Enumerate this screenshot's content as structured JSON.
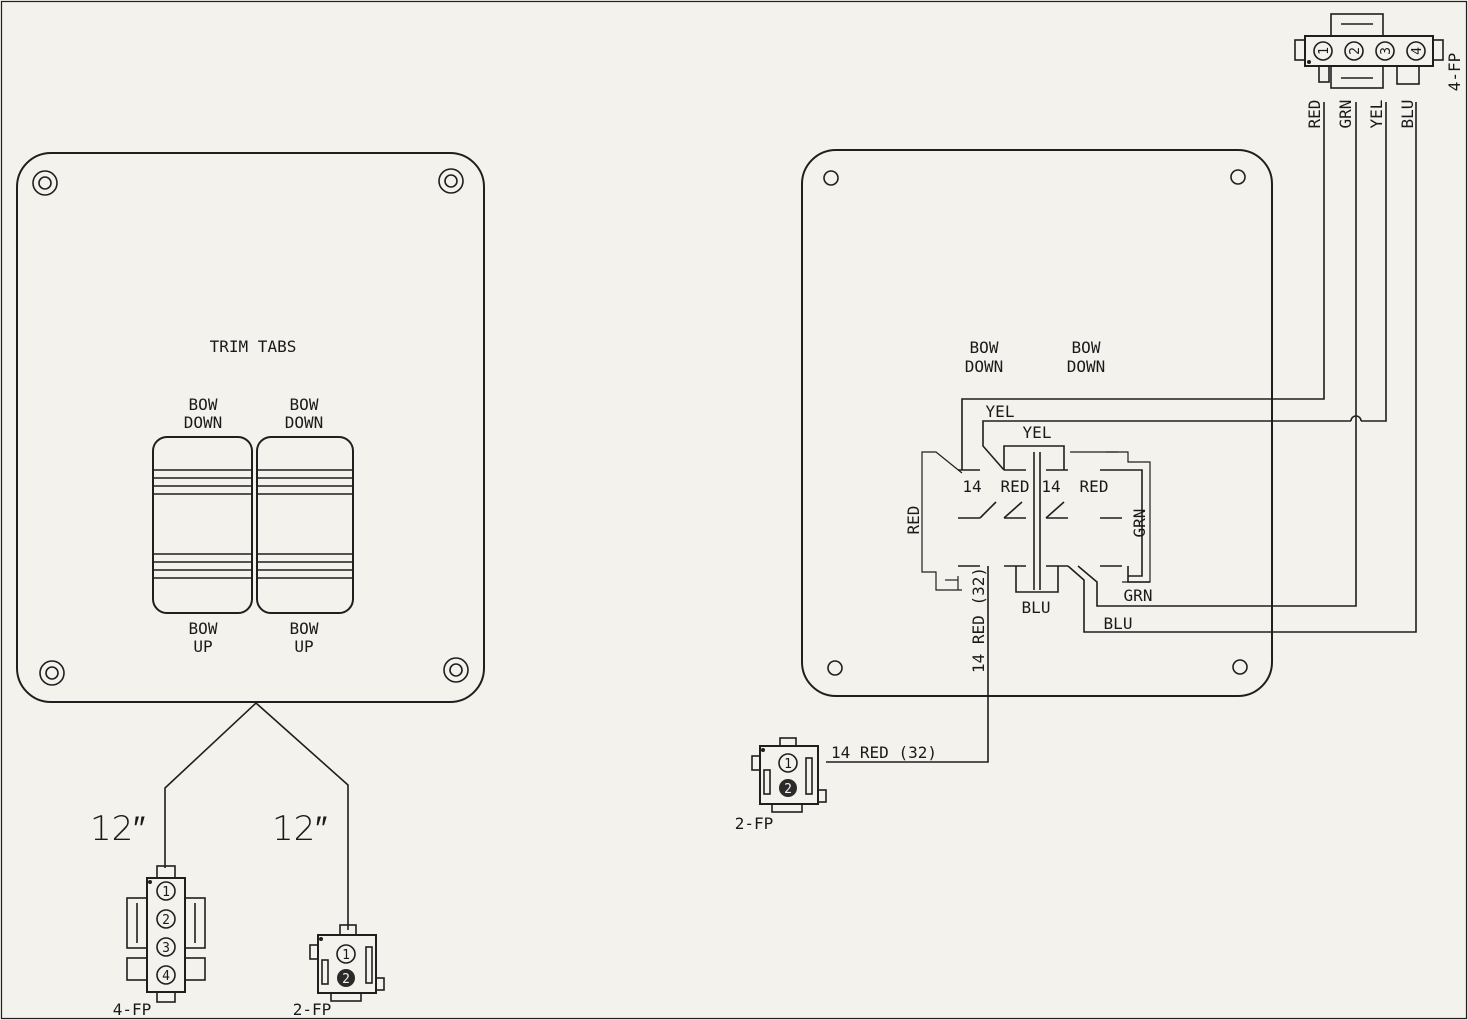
{
  "left_panel": {
    "title": "TRIM TABS",
    "switches": [
      {
        "top_label": [
          "BOW",
          "DOWN"
        ],
        "bottom_label": [
          "BOW",
          "UP"
        ]
      },
      {
        "top_label": [
          "BOW",
          "DOWN"
        ],
        "bottom_label": [
          "BOW",
          "UP"
        ]
      }
    ],
    "lead_lengths": [
      "12″",
      "12″"
    ],
    "connector_4fp": {
      "label": "4-FP",
      "pins": [
        "1",
        "2",
        "3",
        "4"
      ]
    },
    "connector_2fp": {
      "label": "2-FP",
      "pins": [
        "1",
        "2"
      ]
    }
  },
  "right_panel": {
    "switch_labels": [
      [
        "BOW",
        "DOWN"
      ],
      [
        "BOW",
        "DOWN"
      ]
    ],
    "wires": {
      "yel_1": "YEL",
      "yel_2": "YEL",
      "red_left": "RED",
      "term_14_a": "14",
      "red_mid": "RED",
      "term_14_b": "14",
      "red_right": "RED",
      "grn_vertical": "GRN",
      "grn_bottom": "GRN",
      "blu_mid": "BLU",
      "blu_bottom": "BLU",
      "feed_vertical": "14 RED (32)",
      "feed_horizontal": "14 RED (32)"
    },
    "connector_4fp": {
      "label": "4-FP",
      "pins": [
        "1",
        "2",
        "3",
        "4"
      ],
      "wires": [
        "RED",
        "GRN",
        "YEL",
        "BLU"
      ]
    },
    "connector_2fp": {
      "label": "2-FP",
      "pins": [
        "1",
        "2"
      ]
    }
  }
}
